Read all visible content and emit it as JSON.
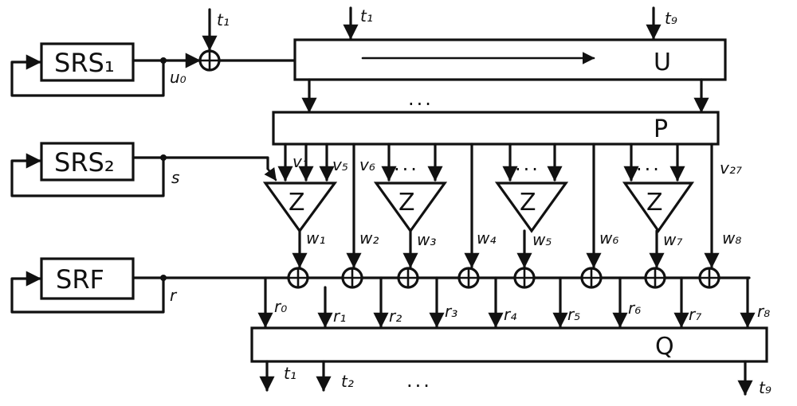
{
  "blocks": {
    "srs1": "SRS₁",
    "srs2": "SRS₂",
    "srf": "SRF",
    "u": "U",
    "p": "P",
    "q": "Q",
    "z": "Z"
  },
  "signals": {
    "t_in": "t₁",
    "t1_top": "t₁",
    "t9_top": "t₉",
    "u0": "u₀",
    "s": "s",
    "r": "r",
    "v1": "v₁",
    "v5": "v₅",
    "v6": "v₆",
    "v27": "v₂₇",
    "w": [
      "w₁",
      "w₂",
      "w₃",
      "w₄",
      "w₅",
      "w₆",
      "w₇",
      "w₈"
    ],
    "r_out": [
      "r₀",
      "r₁",
      "r₂",
      "r₃",
      "r₄",
      "r₅",
      "r₆",
      "r₇",
      "r₈"
    ],
    "t_out": [
      "t₁",
      "t₂",
      "t₉"
    ]
  },
  "ellipsis": "..."
}
